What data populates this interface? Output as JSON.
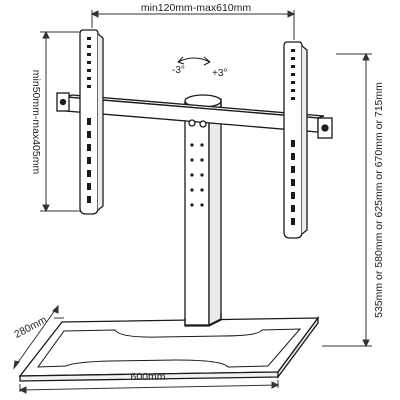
{
  "diagram": {
    "dimensions": {
      "vesa_width": "min120mm-max610mm",
      "vesa_height": "min50mm-max405mm",
      "base_depth": "280mm",
      "base_width": "600mm",
      "heights": "535mm or 580mm or 625mm or 670mm or 715mm"
    },
    "tilt": {
      "minus": "-3°",
      "plus": "+3°"
    }
  },
  "colors": {
    "line": "#1a1a1a",
    "dim_line": "#333333",
    "fill": "#ffffff",
    "shade": "#e8e8e8"
  }
}
